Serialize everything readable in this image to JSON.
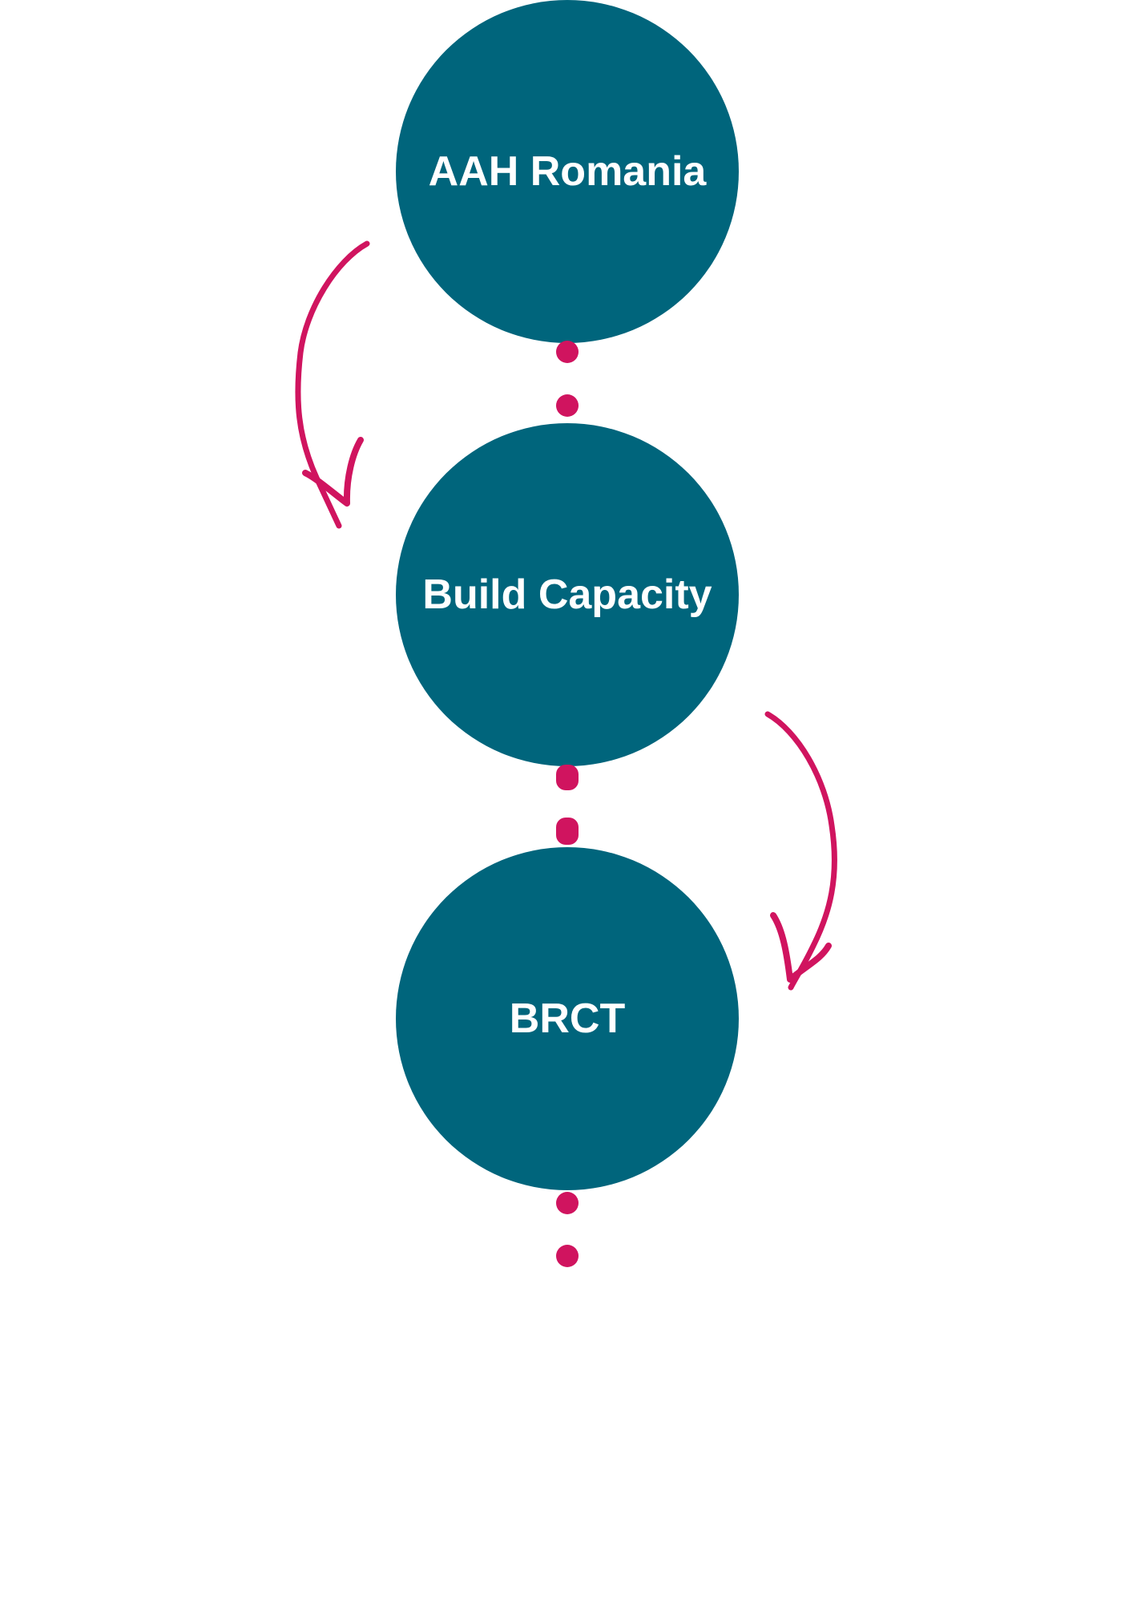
{
  "colors": {
    "node_fill": "#00657c",
    "accent": "#d0145f",
    "background": "#ffffff",
    "label": "#ffffff"
  },
  "nodes": [
    {
      "label": "AAH Romania"
    },
    {
      "label": "Build Capacity"
    },
    {
      "label": "BRCT"
    }
  ],
  "arrows": [
    {
      "direction": "curved-down-left",
      "from": "AAH Romania",
      "to": "Build Capacity"
    },
    {
      "direction": "curved-down-right",
      "from": "Build Capacity",
      "to": "BRCT"
    }
  ]
}
